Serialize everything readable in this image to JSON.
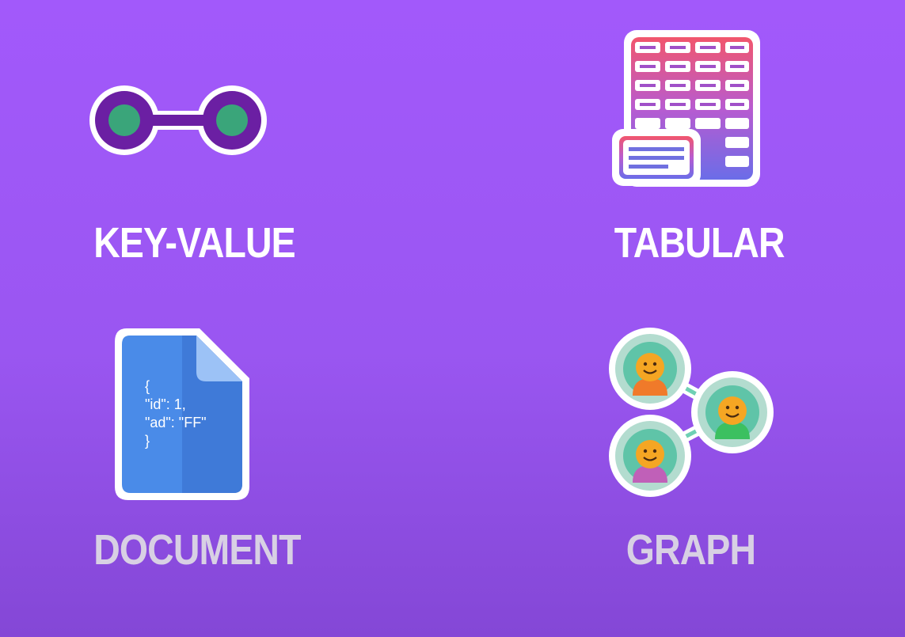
{
  "tiles": {
    "key_value": {
      "label": "KEY-VALUE",
      "icon": "key-value-icon"
    },
    "tabular": {
      "label": "TABULAR",
      "icon": "table-icon"
    },
    "document": {
      "label": "DOCUMENT",
      "icon": "document-icon",
      "code_lines": [
        "{",
        "\"id\": 1,",
        "\"ad\": \"FF\"",
        "}"
      ]
    },
    "graph": {
      "label": "GRAPH",
      "icon": "graph-icon"
    }
  },
  "colors": {
    "background": "#a259fb",
    "key_value_ring": "#6b1fa3",
    "key_value_dot": "#3aa57a",
    "document_blue": "#4a8be8",
    "graph_node": "#b3dccf"
  }
}
